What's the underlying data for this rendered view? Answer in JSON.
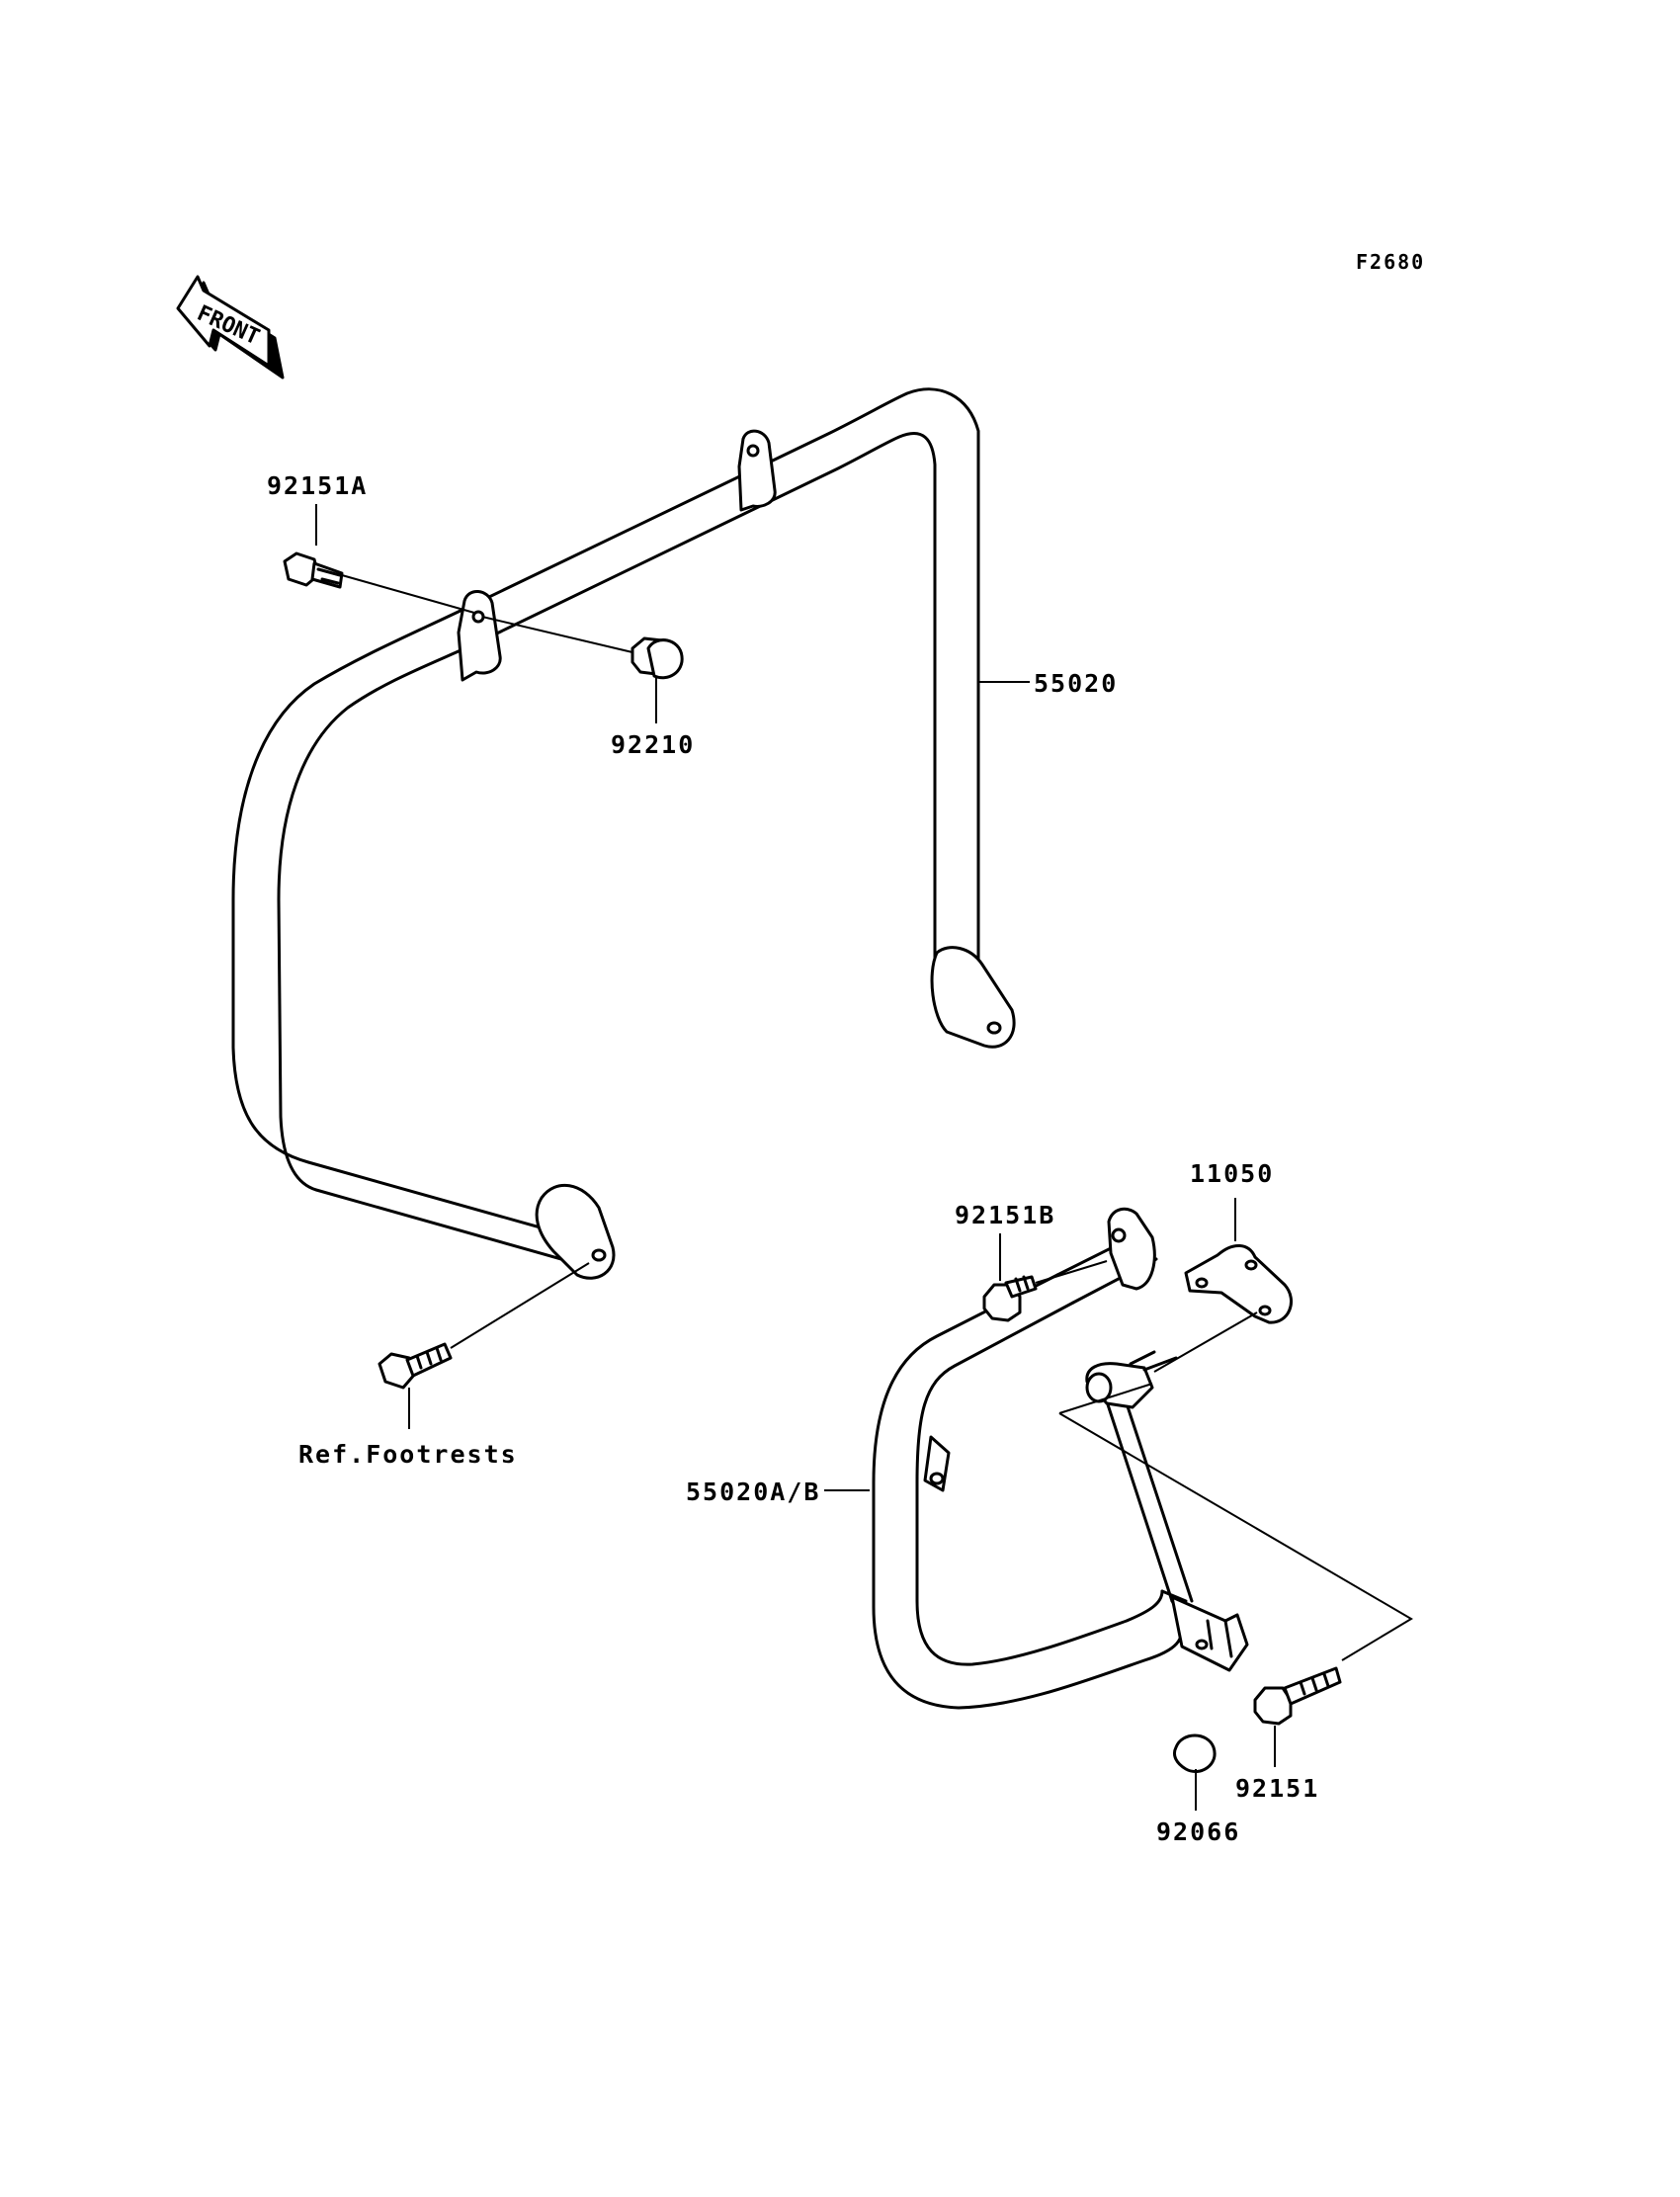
{
  "diagram": {
    "code": "F2680",
    "direction_marker": "FRONT",
    "colors": {
      "line": "#000000",
      "background": "#ffffff"
    },
    "labels": {
      "p92151a": "92151A",
      "p92210": "92210",
      "p55020": "55020",
      "ref_footrests": "Ref.Footrests",
      "p92151b": "92151B",
      "p11050": "11050",
      "p55020ab": "55020A/B",
      "p92151": "92151",
      "p92066": "92066"
    }
  }
}
